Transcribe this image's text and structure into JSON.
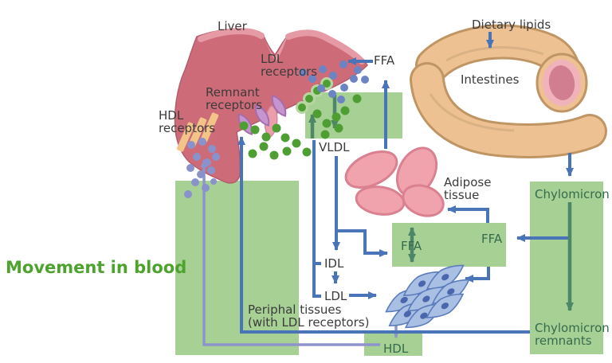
{
  "annotations": {
    "movement_in_blood": "Movement in blood",
    "peripheral": {
      "l1": "Periphal tissues",
      "l2": "(with LDL receptors)"
    }
  },
  "organs": {
    "liver": "Liver",
    "intestines": "Intestines",
    "adipose": {
      "l1": "Adipose",
      "l2": "tissue"
    }
  },
  "receptors": {
    "ldl": {
      "l1": "LDL",
      "l2": "receptors"
    },
    "remnant": {
      "l1": "Remnant",
      "l2": "receptors"
    },
    "hdl": {
      "l1": "HDL",
      "l2": "receptors"
    }
  },
  "particles": {
    "dietary_lipids": "Dietary lipids",
    "ffa_top": "FFA",
    "vldl": "VLDL",
    "idl": "IDL",
    "ldl": "LDL",
    "hdl": "HDL",
    "ffa_left": "FFA",
    "ffa_right": "FFA",
    "chylomicron": "Chylomicron",
    "chylomicron_remnants": {
      "l1": "Chylomicron",
      "l2": "remnants"
    }
  },
  "colors": {
    "blood_box_green": "#a7d095",
    "arrow_blue": "#4a74b8",
    "arrow_green": "#4e8767",
    "arrow_lavender": "#8d94cc",
    "title_green": "#4ea32e",
    "label_dark": "#3b3b3b",
    "label_green": "#356b4d",
    "liver_rose": "#ce6b79",
    "intestine_tan": "#eec193",
    "adipose_pink": "#f0a3ad",
    "cell_blue": "#a9bfe3",
    "dot_blue": "#6c83c4",
    "dot_green": "#4f9e33",
    "dot_lavender": "#8a92cc",
    "receptor_tan": "#f3c489",
    "receptor_purple": "#c695ce"
  }
}
